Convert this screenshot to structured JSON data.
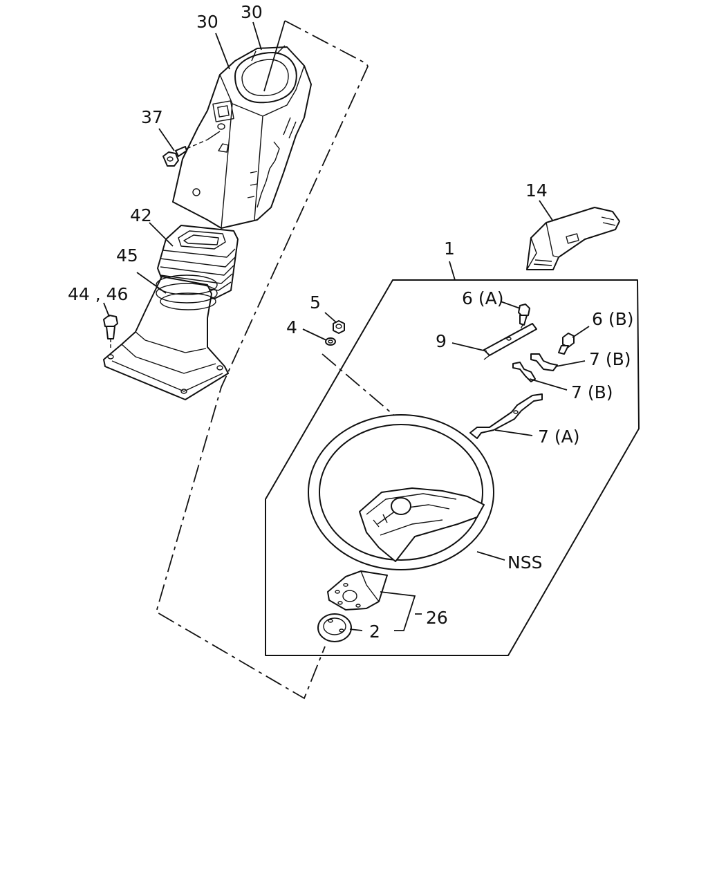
{
  "labels": {
    "l30a": "30",
    "l30b": "30",
    "l37": "37",
    "l42": "42",
    "l45": "45",
    "l4446": "44 , 46",
    "l14": "14",
    "l1": "1",
    "l5": "5",
    "l4": "4",
    "l6a": "6 (A)",
    "l6b": "6 (B)",
    "l9": "9",
    "l7b1": "7 (B)",
    "l7b2": "7 (B)",
    "l7a": "7 (A)",
    "lnss": "NSS",
    "l26": "26",
    "l2": "2"
  }
}
